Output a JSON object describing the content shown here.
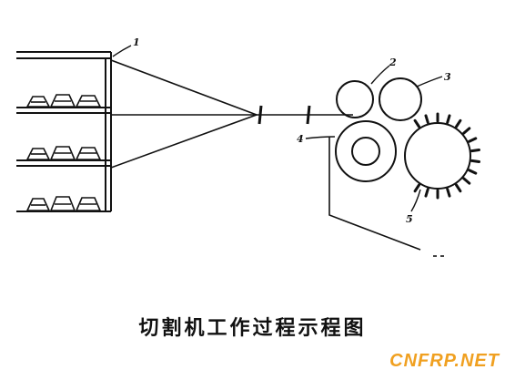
{
  "labels": {
    "creel": "1",
    "roller_top_left": "2",
    "roller_top_right": "3",
    "feed_roller": "4",
    "cutter_wheel": "5"
  },
  "caption": "切割机工作过程示程图",
  "watermark": "CNFRP.NET",
  "colors": {
    "line": "#111111",
    "watermark": "#f0a020"
  }
}
